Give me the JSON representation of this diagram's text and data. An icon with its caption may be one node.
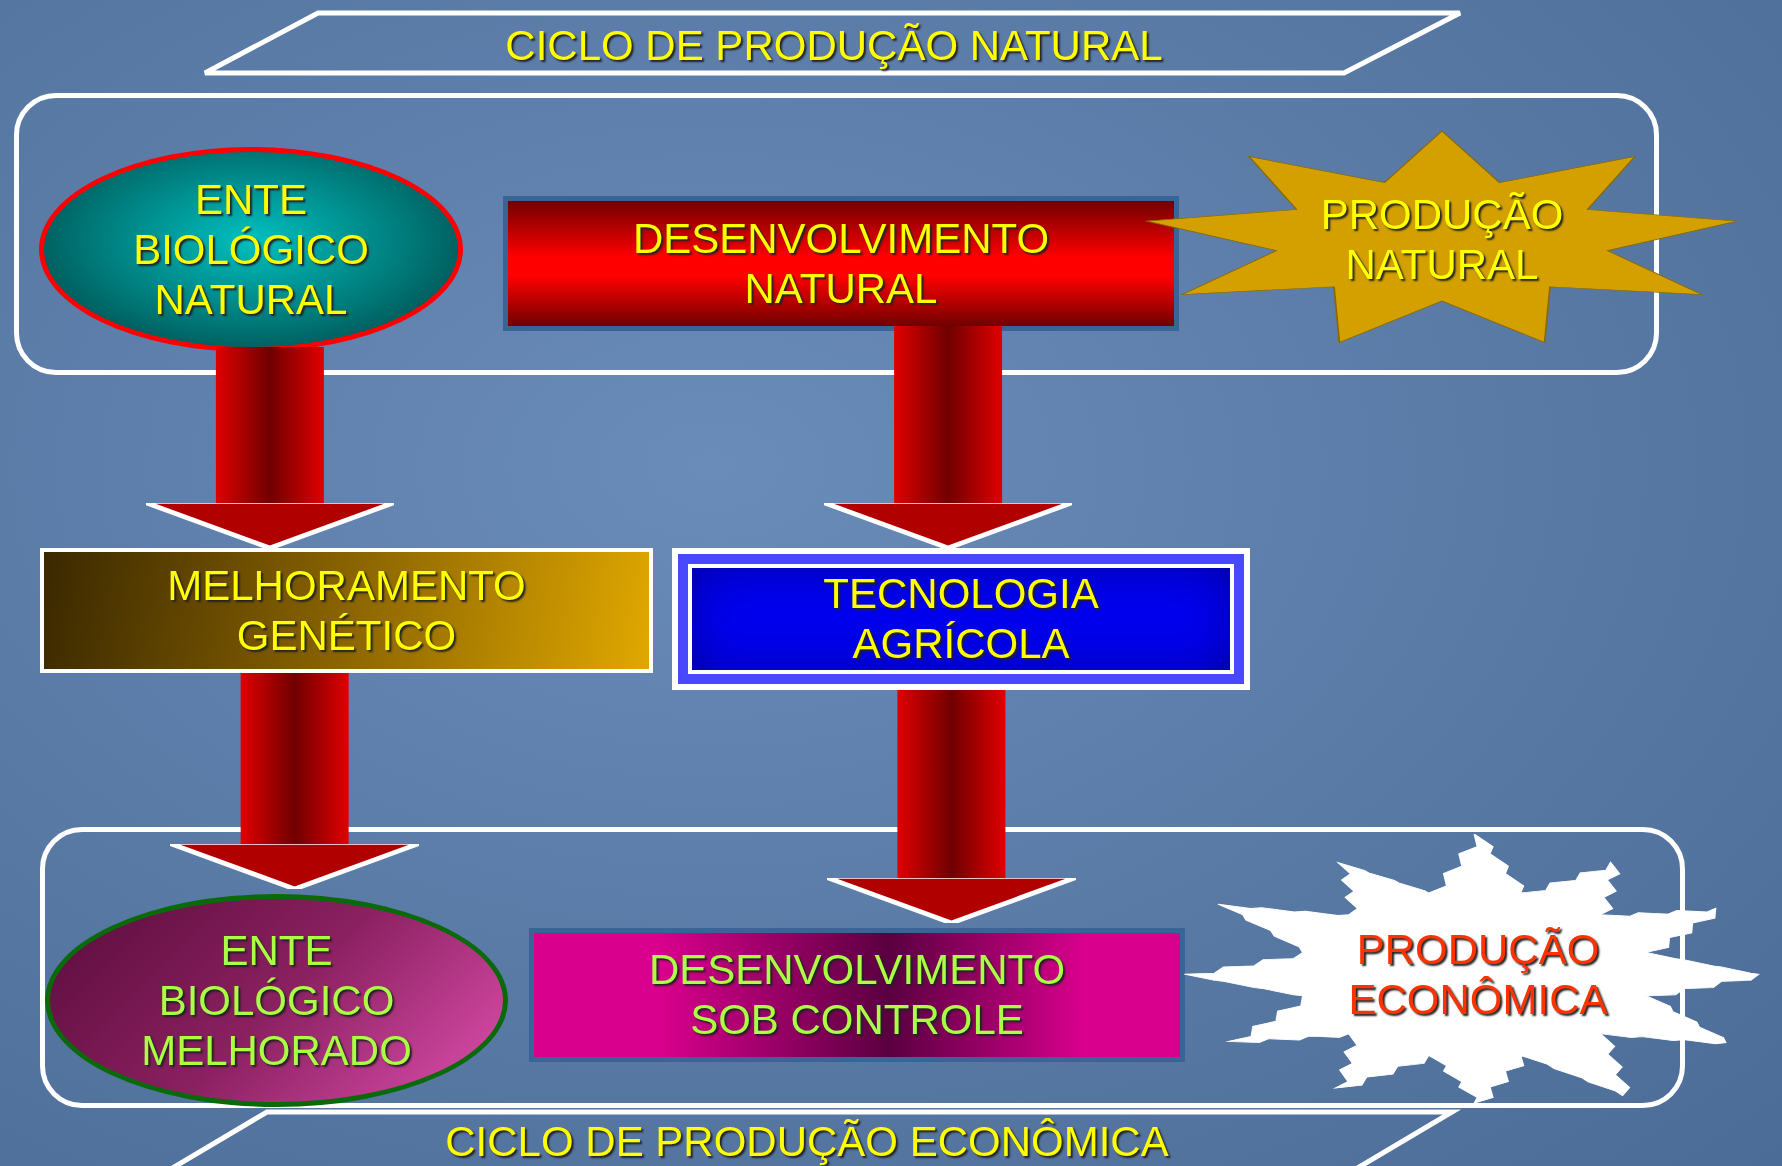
{
  "diagram": {
    "nodes": [
      {
        "text": [
          "CICLO DE PRODUÇÃO NATURAL"
        ]
      },
      {
        "text": [],
        "shape": "box"
      },
      {
        "text": [
          "ENTE BIOLÓGICO NATURAL"
        ],
        "in": 1
      },
      {
        "text": [
          "DESENVOLVIMENTO NATURAL"
        ],
        "in": 1
      },
      {
        "text": [
          "PRODUÇÃO NATURAL"
        ]
      },
      {
        "text": [
          "MELHORAMENTO GENÉTICO"
        ]
      },
      {
        "text": [
          "TECNOLOGIA AGRÍCOLA"
        ]
      },
      {
        "text": [],
        "shape": "box"
      },
      {
        "text": [
          "ENTE BIOLÓGICO MELHORADO"
        ],
        "in": 7
      },
      {
        "text": [
          "DESENVOLVIMENTO SOB CONTROLE"
        ],
        "in": 7
      },
      {
        "text": [
          "PRODUÇÃO ECONÔMICA"
        ]
      },
      {
        "text": [
          "CICLO DE PRODUÇÃO ECONÔMICA"
        ]
      }
    ],
    "edges": [
      {
        "from": 2,
        "to": 5,
        "arrow": "to"
      },
      {
        "from": 3,
        "to": 6,
        "arrow": "to"
      },
      {
        "from": 5,
        "to": 8,
        "arrow": "to"
      },
      {
        "from": 6,
        "to": 9,
        "arrow": "to"
      }
    ]
  }
}
